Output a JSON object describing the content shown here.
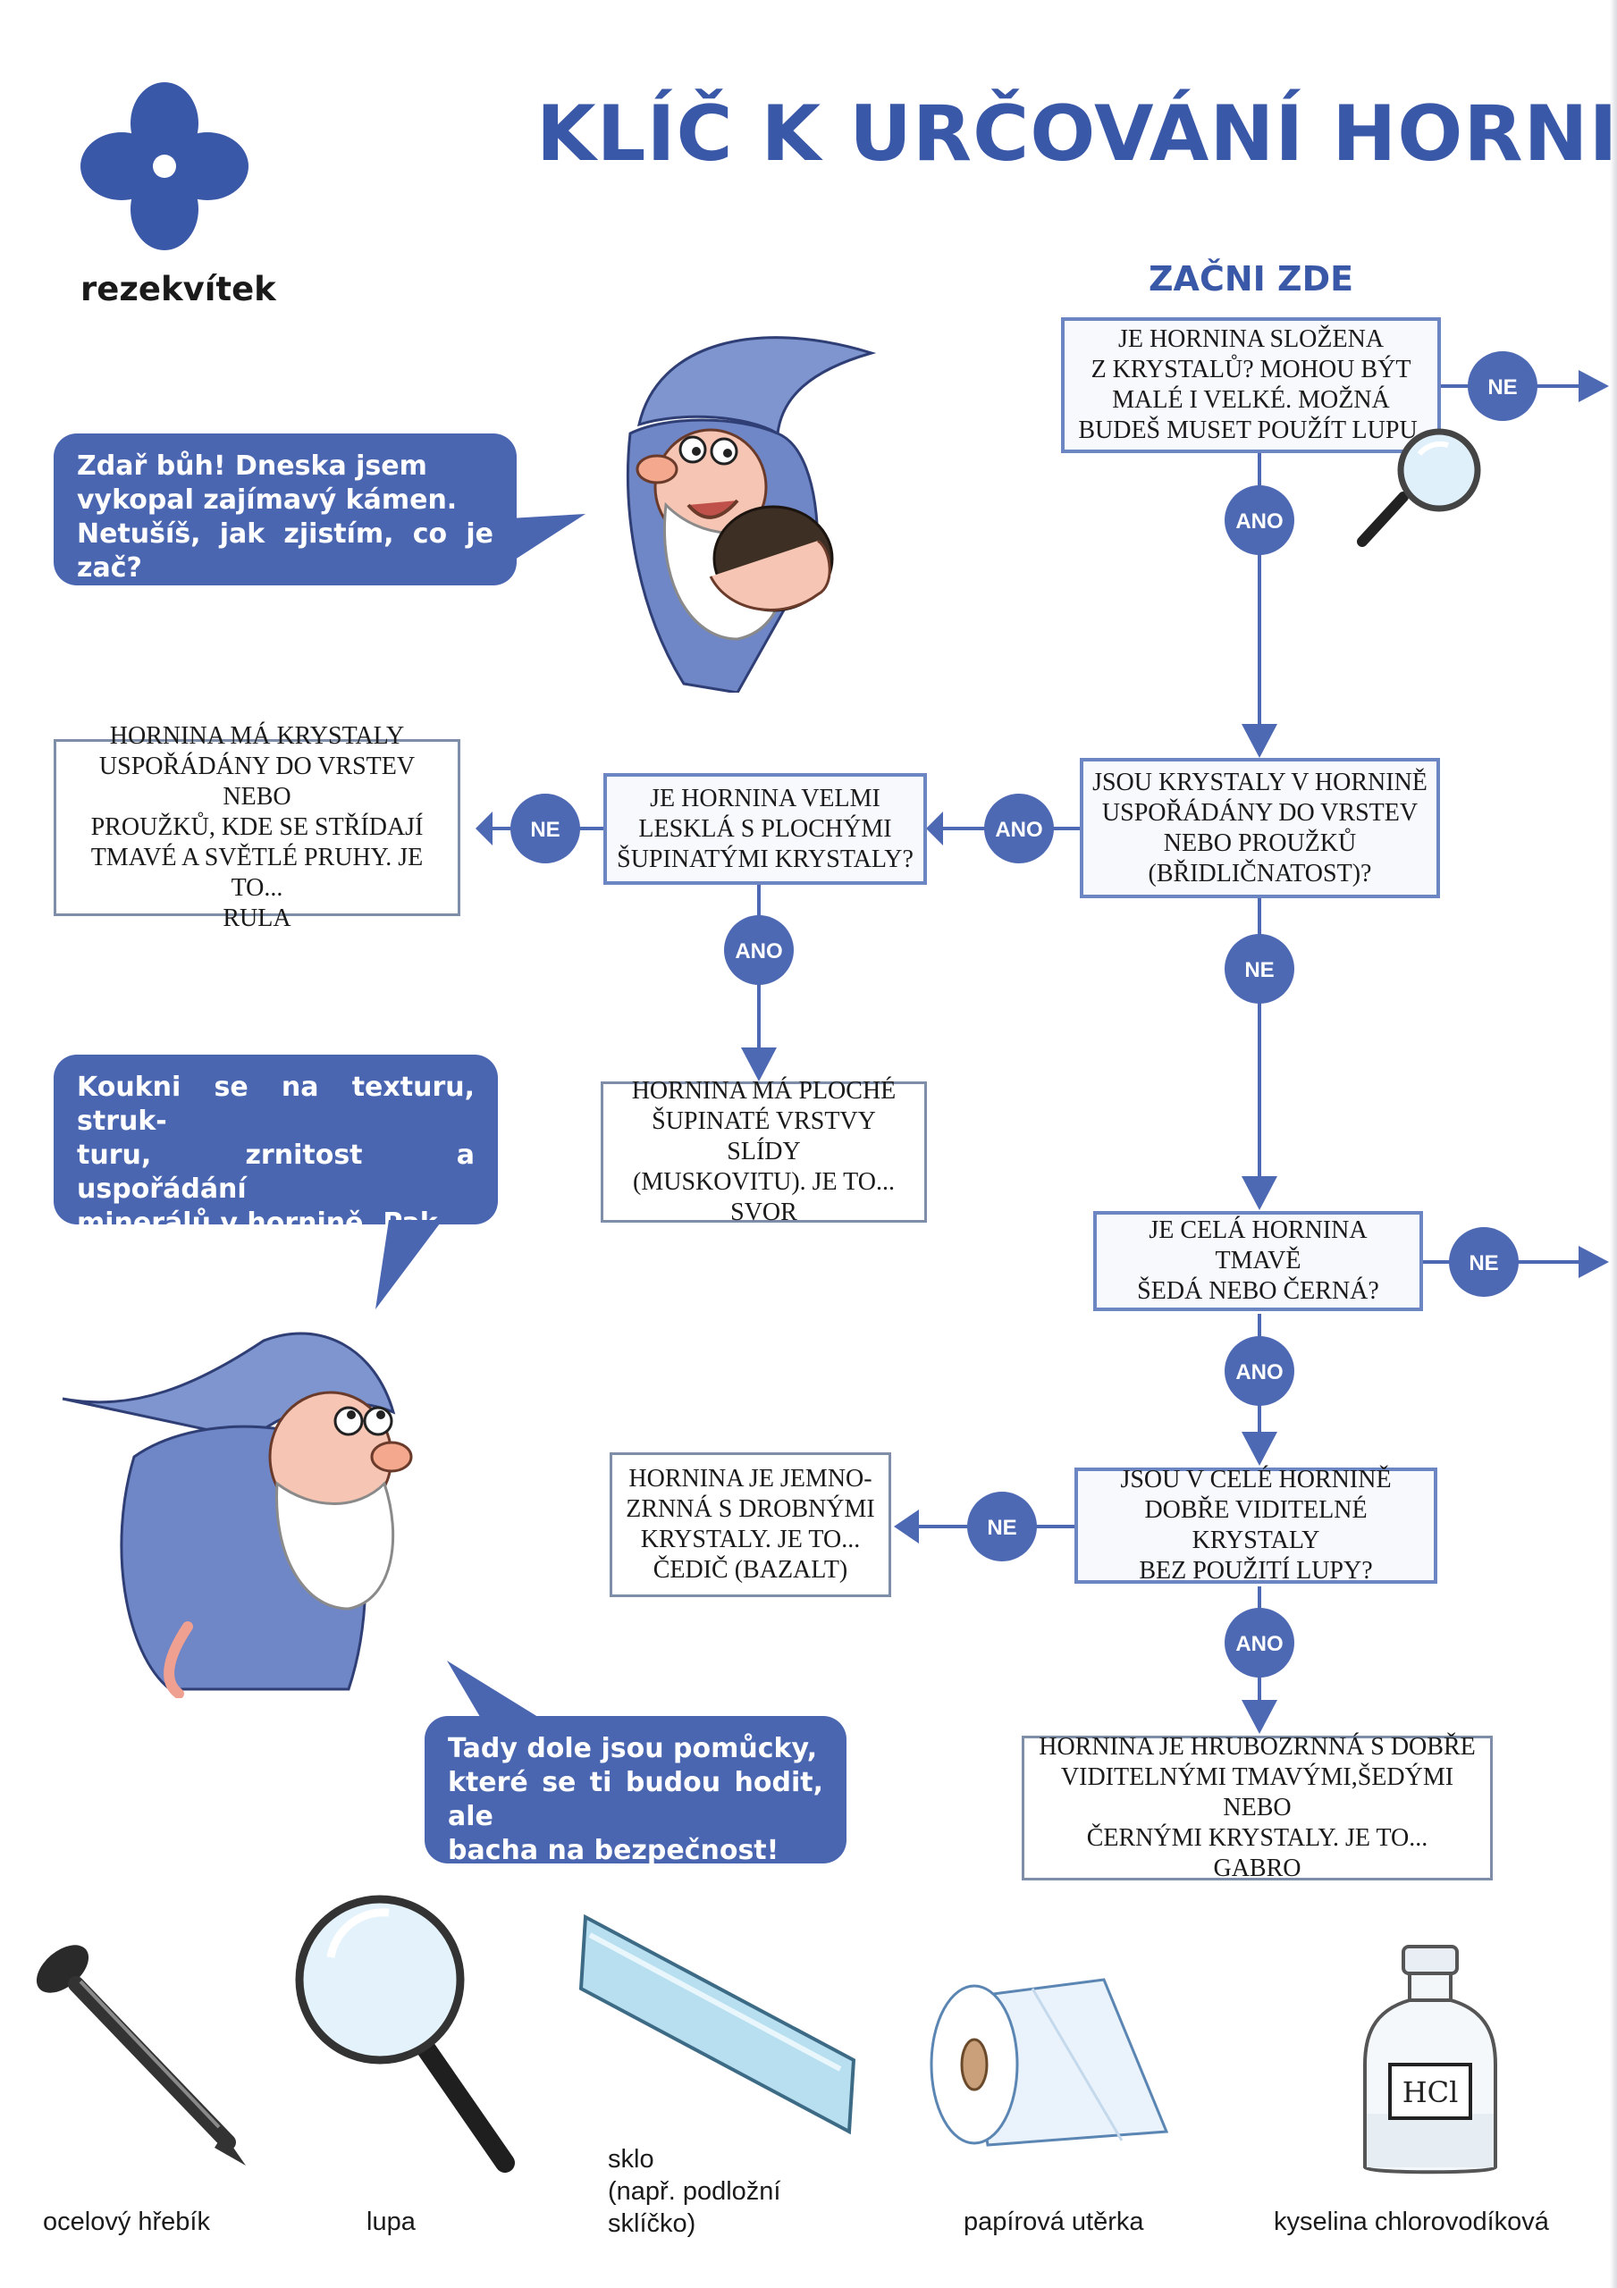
{
  "header": {
    "title": "KLÍČ K URČOVÁNÍ HORNIN",
    "logo_text": "rezekvítek",
    "start_label": "ZAČNI ZDE"
  },
  "bubbles": {
    "b1": "Zdař bůh! Dneska jsem\nvykopal zajímavý kámen.\nNetušíš, jak zjistím, co je zač?",
    "b2": "Koukni se na texturu, struk-\nturu, zrnitost a uspořádání\nminerálů v hornině. Pak\nmůžeš zkusit další figle.",
    "b3": "Tady dole jsou pomůcky,\nkteré se ti budou hodit, ale\nbacha na bezpečnost!"
  },
  "flow": {
    "q1": "JE HORNINA SLOŽENA\nZ KRYSTALŮ? MOHOU BÝT\nMALÉ I VELKÉ. MOŽNÁ\nBUDEŠ MUSET POUŽÍT LUPU.",
    "q2": "JSOU KRYSTALY V HORNINĚ\nUSPOŘÁDÁNY DO VRSTEV\nNEBO PROUŽKŮ\n(BŘIDLIČNATOST)?",
    "q3": "JE HORNINA VELMI\nLESKLÁ S PLOCHÝMI\nŠUPINATÝMI KRYSTALY?",
    "r_rula": "HORNINA MÁ KRYSTALY\nUSPOŘÁDÁNY DO VRSTEV NEBO\nPROUŽKŮ, KDE SE STŘÍDAJÍ\nTMAVÉ A SVĚTLÉ PRUHY. JE TO...\nRULA",
    "r_svor": "HORNINA MÁ PLOCHÉ\nŠUPINATÉ VRSTVY SLÍDY\n(MUSKOVITU). JE TO...\nSVOR",
    "q4": "JE CELÁ HORNINA TMAVĚ\nŠEDÁ NEBO ČERNÁ?",
    "q5": "JSOU V CELÉ HORNINĚ\nDOBŘE VIDITELNÉ KRYSTALY\nBEZ POUŽITÍ LUPY?",
    "r_cedic": "HORNINA JE JEMNO-\nZRNNÁ S DROBNÝMI\nKRYSTALY. JE TO...\nČEDIČ (BAZALT)",
    "r_gabro": "HORNINA JE HRUBOZRNNÁ S DOBŘE\nVIDITELNÝMI TMAVÝMI,ŠEDÝMI NEBO\nČERNÝMI KRYSTALY. JE TO...\nGABRO",
    "yes": "ANO",
    "no": "NE"
  },
  "tools": {
    "nail": "ocelový hřebík",
    "loupe": "lupa",
    "glass": "sklo\n(např. podložní\nsklíčko)",
    "towel": "papírová utěrka",
    "acid": "kyselina chlorovodíková",
    "acid_label": "HCl"
  },
  "colors": {
    "accent": "#3a58a8",
    "bubble": "#4a66b1",
    "badge": "#4d69b3",
    "arrow": "#4d69b3",
    "box_border": "#6b86c2"
  },
  "icons": [
    "flower-logo-icon",
    "magnifier-icon",
    "nail-icon",
    "loupe-icon",
    "glass-slide-icon",
    "paper-towel-icon",
    "acid-bottle-icon",
    "gnome-illustration"
  ]
}
